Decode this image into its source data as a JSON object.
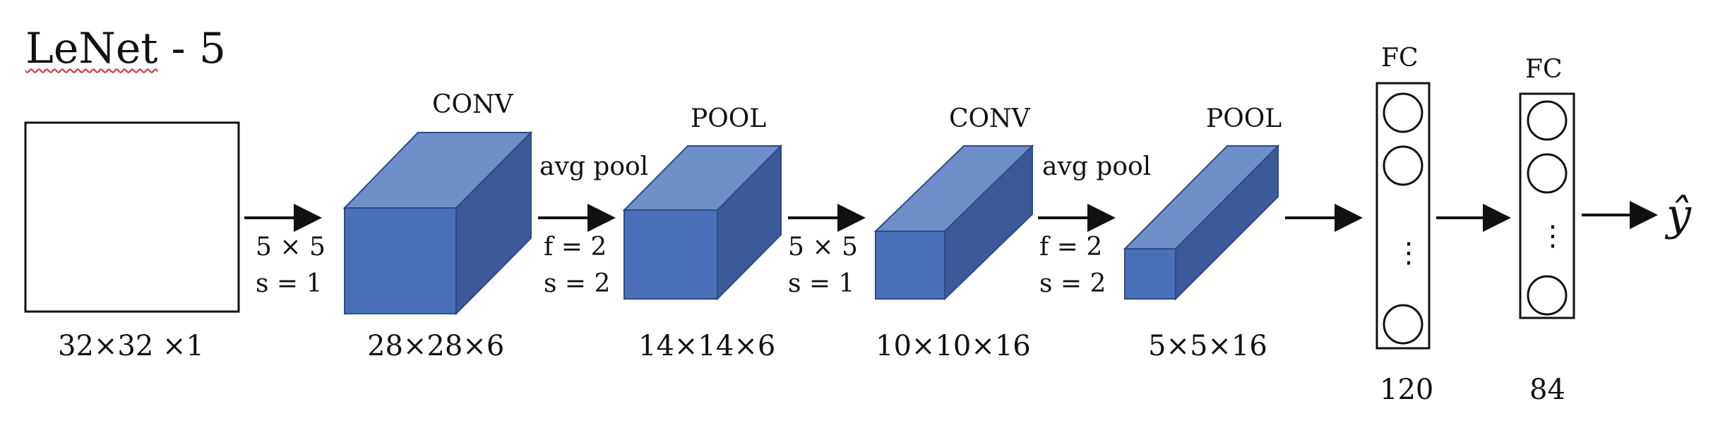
{
  "diagram": {
    "title_word": "LeNet",
    "title_suffix": " - 5",
    "input": {
      "dims": "32×32 ×1"
    },
    "conv1": {
      "label": "CONV",
      "dims": "28×28×6",
      "op_line1": "5 × 5",
      "op_line2": "s = 1"
    },
    "pool1": {
      "label": "POOL",
      "dims": "14×14×6",
      "op_top": "avg pool",
      "op_line1": "f = 2",
      "op_line2": "s = 2"
    },
    "conv2": {
      "label": "CONV",
      "dims": "10×10×16",
      "op_line1": "5 × 5",
      "op_line2": "s = 1"
    },
    "pool2": {
      "label": "POOL",
      "dims": "5×5×16",
      "op_top": "avg pool",
      "op_line1": "f = 2",
      "op_line2": "s = 2"
    },
    "fc1": {
      "label": "FC",
      "units": "120",
      "ellipsis": "⋮"
    },
    "fc2": {
      "label": "FC",
      "units": "84",
      "ellipsis": "⋮"
    },
    "output": {
      "symbol": "ŷ"
    },
    "colors": {
      "front": "#4a70ba",
      "top": "#6f8fcb",
      "side": "#3c5a99",
      "outline": "#2e4a86",
      "line": "#111111"
    }
  }
}
